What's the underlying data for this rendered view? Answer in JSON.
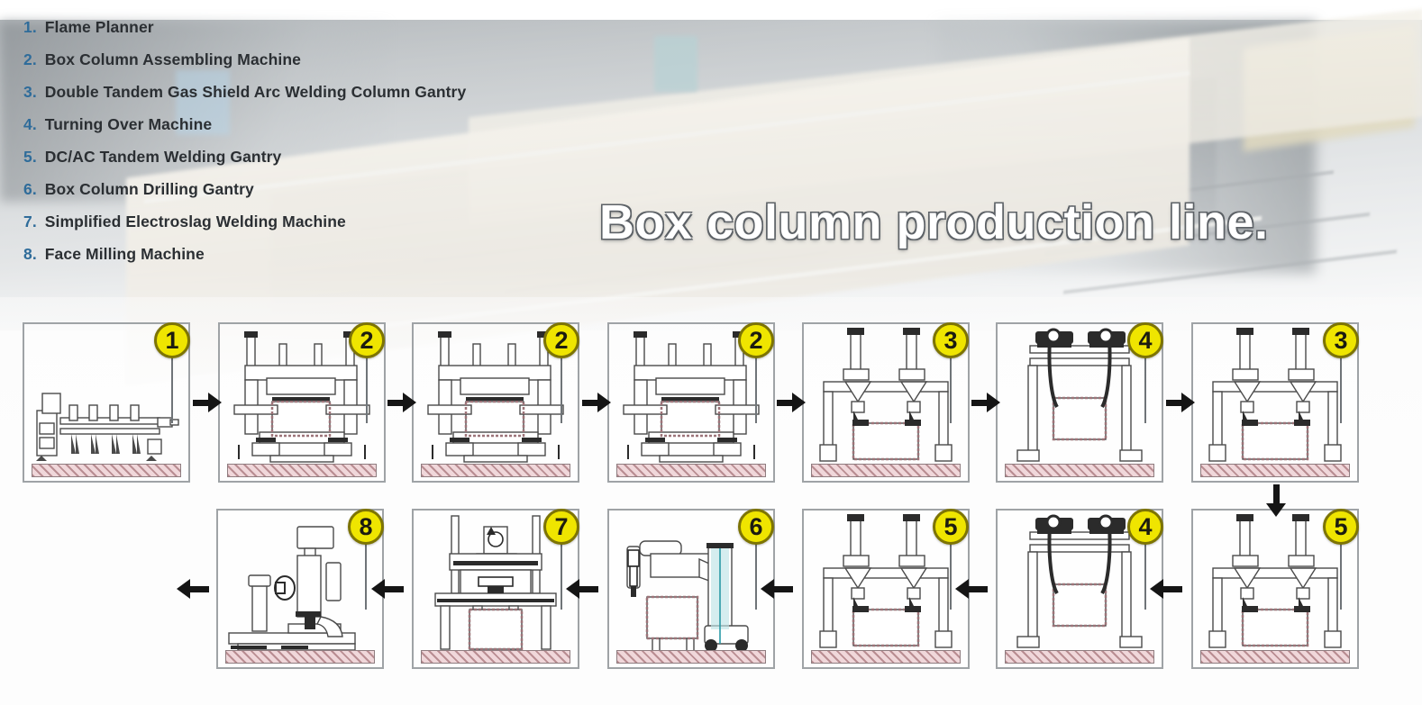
{
  "title": "Box column production line.",
  "legend": {
    "items": [
      {
        "num": "1.",
        "label": "Flame Planner"
      },
      {
        "num": "2.",
        "label": "Box Column Assembling Machine"
      },
      {
        "num": "3.",
        "label": "Double Tandem Gas Shield Arc Welding Column Gantry"
      },
      {
        "num": "4.",
        "label": "Turning Over Machine"
      },
      {
        "num": "5.",
        "label": "DC/AC Tandem Welding Gantry"
      },
      {
        "num": "6.",
        "label": "Box Column Drilling Gantry"
      },
      {
        "num": "7.",
        "label": "Simplified Electroslag Welding Machine"
      },
      {
        "num": "8.",
        "label": "Face Milling Machine"
      }
    ]
  },
  "colors": {
    "badge_fill": "#efe500",
    "badge_ring": "#7d7404",
    "legend_number": "#2f6c9a",
    "legend_text": "#2b2f33",
    "panel_border": "#9fa3a6",
    "ground_hatch": "#b98d92",
    "arrow": "#151515",
    "title_text": "#ffffff"
  },
  "flow": {
    "row_top": [
      {
        "badge": "1",
        "machine": "flame-planner"
      },
      {
        "badge": "2",
        "machine": "box-column-assembling-machine"
      },
      {
        "badge": "2",
        "machine": "box-column-assembling-machine"
      },
      {
        "badge": "2",
        "machine": "box-column-assembling-machine"
      },
      {
        "badge": "3",
        "machine": "double-tandem-gas-shield-arc-welding-column-gantry"
      },
      {
        "badge": "4",
        "machine": "turning-over-machine"
      },
      {
        "badge": "3",
        "machine": "double-tandem-gas-shield-arc-welding-column-gantry"
      }
    ],
    "row_bottom": [
      {
        "badge": "8",
        "machine": "face-milling-machine"
      },
      {
        "badge": "7",
        "machine": "simplified-electroslag-welding-machine"
      },
      {
        "badge": "6",
        "machine": "box-column-drilling-gantry"
      },
      {
        "badge": "5",
        "machine": "dc-ac-tandem-welding-gantry"
      },
      {
        "badge": "4",
        "machine": "turning-over-machine"
      },
      {
        "badge": "5",
        "machine": "dc-ac-tandem-welding-gantry"
      }
    ],
    "arrows": {
      "top_direction": "right",
      "bottom_direction": "left",
      "connector_direction": "down"
    }
  }
}
